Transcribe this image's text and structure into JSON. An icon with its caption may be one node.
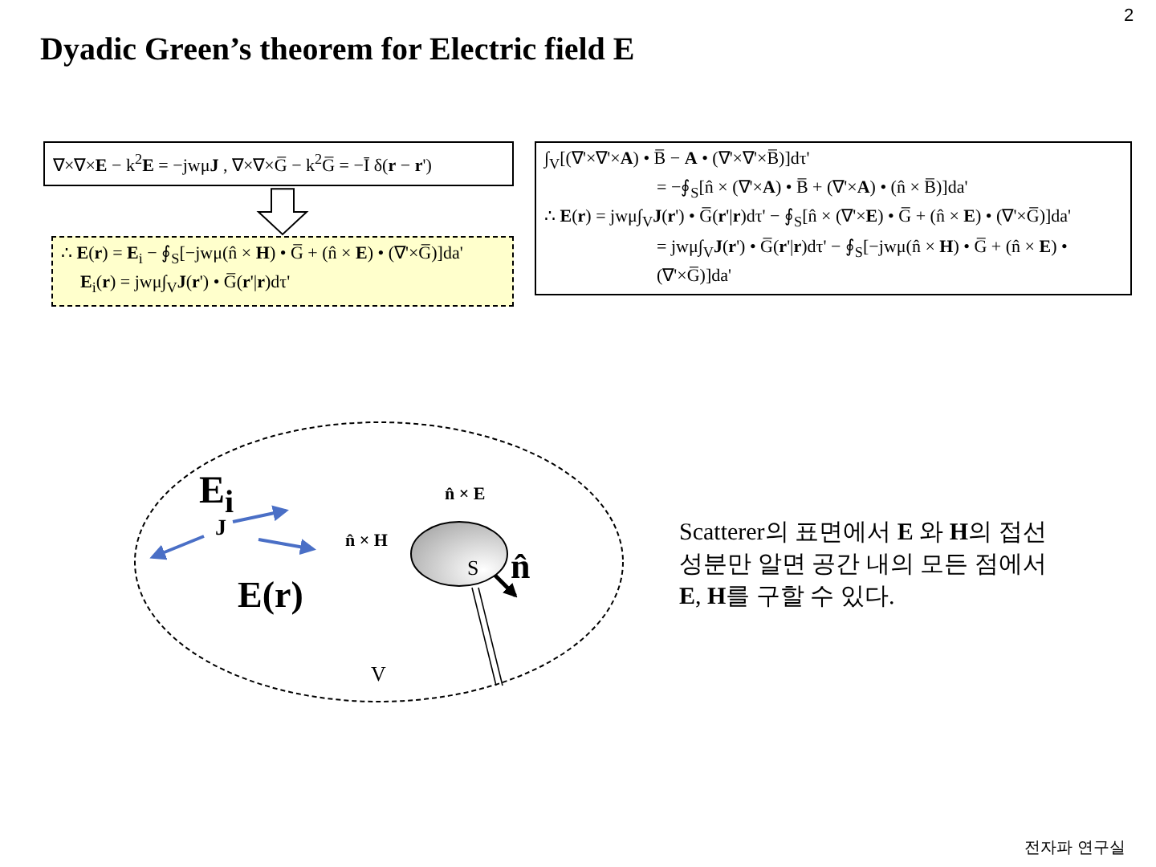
{
  "diagram": {
    "title": "Dyadic Green’s theorem for Electric field E",
    "nodes": [
      {
        "text": [
          "∇×∇×**E** − k$^{2}$**E** = −jwμ**J** ,   ∇×∇×G̅ − k$^{2}$G̅ = −Ī δ(**r** − **r**')"
        ]
      },
      {
        "text": [
          "∴ **E**(**r**) = **E**$_{i}$ − ∮$_{S}$[−jwμ(n̂ × **H**) • G̅ + (n̂ × **E**) • (∇'×G̅)]da'",
          "**E**$_{i}$(**r**) = jwμ∫$_{V}$**J**(**r**') • G̅(**r**'|**r**)dτ'"
        ]
      },
      {
        "text": [
          "∫$_{V}$[(∇'×∇'×**A**) • B̅ − **A** • (∇'×∇'×B̅)]dτ'",
          "= −∮$_{S}$[n̂ × (∇'×**A**) • B̅ + (∇'×**A**) • (n̂ × B̅)]da'",
          "∴ **E**(**r**) = jwμ∫$_{V}$**J**(**r**') • G̅(**r**'|**r**)dτ' − ∮$_{S}$[n̂ × (∇'×**E**) • G̅ + (n̂ × **E**) • (∇'×G̅)]da'",
          "= jwμ∫$_{V}$**J**(**r**') • G̅(**r**'|**r**)dτ' − ∮$_{S}$[−jwμ(n̂ × **H**) • G̅ + (n̂ × **E**) • (∇'×G̅)]da'"
        ]
      },
      {
        "text": [
          "V"
        ]
      },
      {
        "text": [
          "S"
        ],
        "in": 3,
        "beside": [
          "n̂ × **E**",
          "n̂ × **H**"
        ]
      }
    ],
    "edges": [
      {
        "from": 0,
        "to": 1,
        "arrow": "to"
      }
    ],
    "labels": [
      "2",
      "**E**$_{i}$",
      "J",
      "E(r)",
      "n̂",
      "Scatterer의 표면에서 **E** 와 **H**의 접선 성분만 알면 공간 내의 모든 점에서 **E**, **H**를 구할 수 있다.",
      "전자파 연구실"
    ]
  }
}
